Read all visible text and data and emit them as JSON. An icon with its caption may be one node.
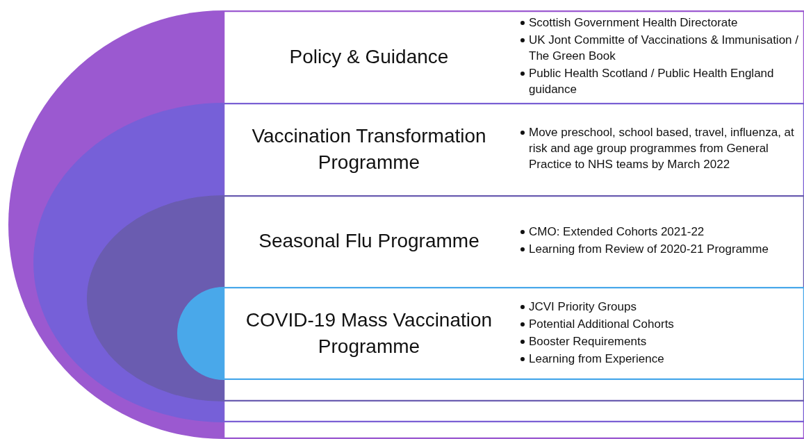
{
  "diagram": {
    "nodes": [
      {
        "text": [
          "Policy & Guidance",
          "Scottish Government Health Directorate",
          "UK Jont Committe of Vaccinations & Immunisation / The Green Book",
          "Public Health Scotland / Public Health England guidance"
        ]
      },
      {
        "text": [
          "Vaccination Transformation Programme",
          "Move preschool, school based, travel, influenza, at risk and age group programmes from General Practice to NHS teams by March 2022"
        ],
        "in": 0
      },
      {
        "text": [
          "Seasonal Flu Programme",
          "CMO: Extended Cohorts 2021-22",
          "Learning from Review of 2020-21 Programme"
        ],
        "in": 1
      },
      {
        "text": [
          "COVID-19 Mass Vaccination Programme",
          "JCVI Priority Groups",
          "Potential Additional Cohorts",
          "Booster Requirements",
          "Learning from Experience"
        ],
        "in": 2
      }
    ],
    "edges": []
  }
}
